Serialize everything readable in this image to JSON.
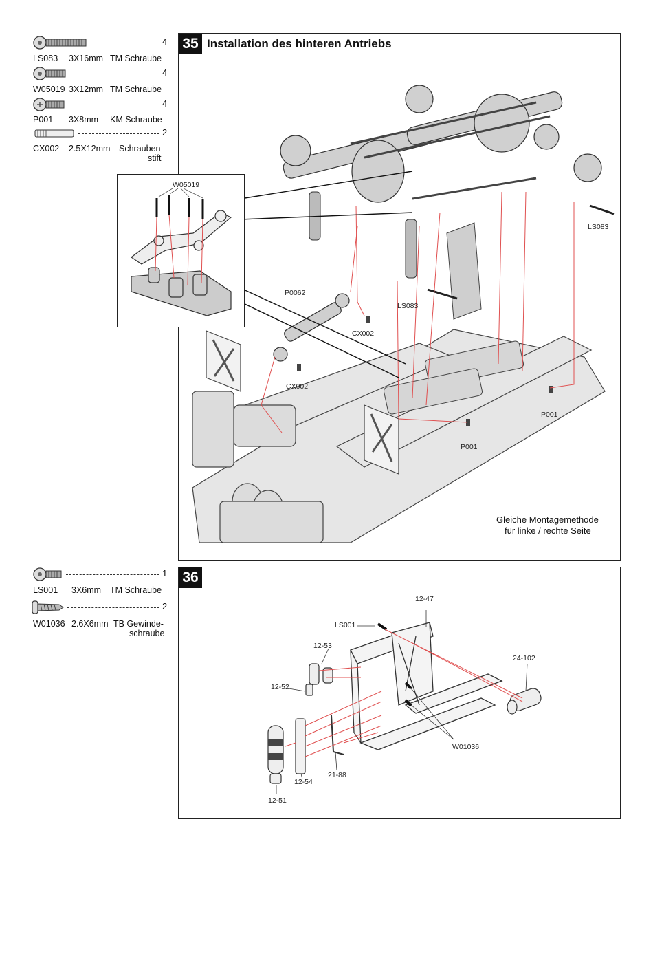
{
  "step35": {
    "number": "35",
    "title": "Installation des hinteren Antriebs",
    "note_line1": "Gleiche Montagemethode",
    "note_line2": "für linke / rechte Seite",
    "callouts": {
      "w05019": "W05019",
      "p0062": "P0062",
      "cx002_a": "CX002",
      "cx002_b": "CX002",
      "ls083_a": "LS083",
      "ls083_b": "LS083",
      "p001_a": "P001",
      "p001_b": "P001"
    }
  },
  "parts35": [
    {
      "code": "LS083",
      "size": "3X16mm",
      "name": "TM Schraube",
      "qty": "4"
    },
    {
      "code": "W05019",
      "size": "3X12mm",
      "name": "TM Schraube",
      "qty": "4"
    },
    {
      "code": "P001",
      "size": "3X8mm",
      "name": "KM Schraube",
      "qty": "4"
    },
    {
      "code": "CX002",
      "size": "2.5X12mm",
      "name": "Schrauben-",
      "name2": "stift",
      "qty": "2"
    }
  ],
  "step36": {
    "number": "36",
    "callouts": {
      "p12_47": "12-47",
      "ls001": "LS001",
      "p12_53": "12-53",
      "p24_102": "24-102",
      "p12_52": "12-52",
      "w01036": "W01036",
      "p12_54": "12-54",
      "p21_88": "21-88",
      "p12_51": "12-51"
    }
  },
  "parts36": [
    {
      "code": "LS001",
      "size": "3X6mm",
      "name": "TM Schraube",
      "qty": "1"
    },
    {
      "code": "W01036",
      "size": "2.6X6mm",
      "name": "TB Gewinde-",
      "name2": "schraube",
      "qty": "2"
    }
  ],
  "icons": [
    "screw-icon",
    "pin-icon",
    "self-tapping-screw-icon"
  ]
}
